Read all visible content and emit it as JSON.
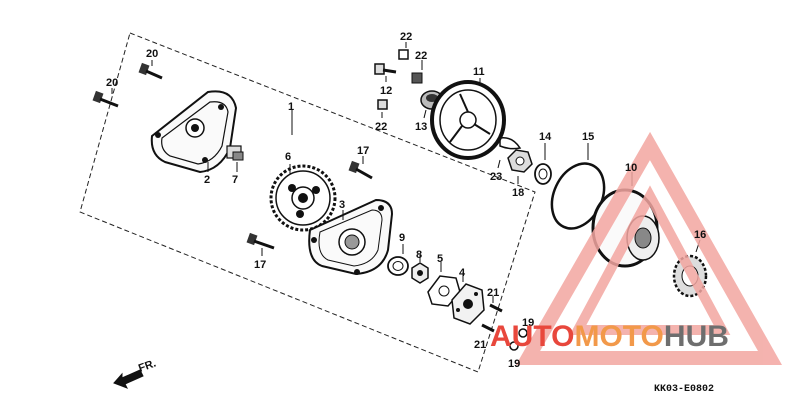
{
  "diagram": {
    "callouts": {
      "c1": "1",
      "c2": "2",
      "c3": "3",
      "c4": "4",
      "c5": "5",
      "c6": "6",
      "c7": "7",
      "c8": "8",
      "c9": "9",
      "c10": "10",
      "c11": "11",
      "c12": "12",
      "c13": "13",
      "c14": "14",
      "c15": "15",
      "c16": "16",
      "c17a": "17",
      "c17b": "17",
      "c18": "18",
      "c19a": "19",
      "c19b": "19",
      "c20a": "20",
      "c20b": "20",
      "c21a": "21",
      "c21b": "21",
      "c22a": "22",
      "c22b": "22",
      "c22c": "22",
      "c23": "23"
    },
    "direction_label": "FR.",
    "diagram_code": "KK03-E0802"
  },
  "watermark": {
    "part1": "AUTO",
    "part2": "MOTO",
    "part3": "HUB",
    "colors": {
      "red": "#e8473c",
      "orange": "#f2994a",
      "gray": "#6e6e6e",
      "triangle": "#f3a6a1"
    }
  }
}
